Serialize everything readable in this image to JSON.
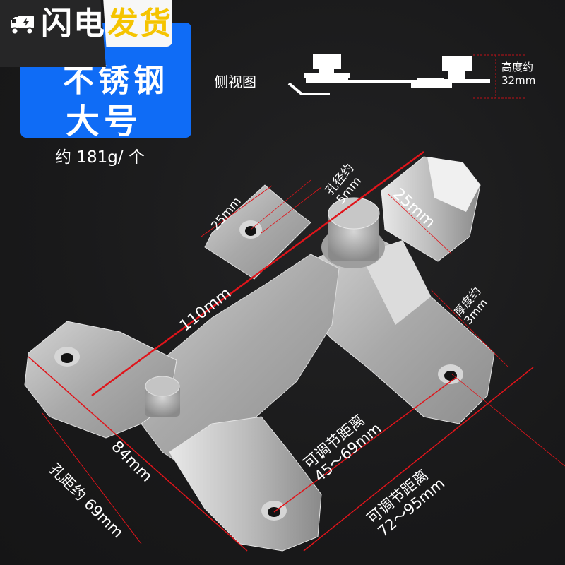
{
  "badge": {
    "icon": "truck-lightning-icon",
    "text_white": "闪电",
    "text_yellow": "发货",
    "colors": {
      "dark": "#262627",
      "light": "#f7f7f7",
      "yellow": "#f5c400"
    }
  },
  "label_box": {
    "line1": "不锈钢",
    "line2": "大号",
    "color": "#0f6cf6"
  },
  "weight": "约 181g/ 个",
  "side_view": {
    "label": "侧视图",
    "height_label": "高度约",
    "height_value": "32mm"
  },
  "dimensions": {
    "tab_width": "25mm",
    "hole_label": "孔径约",
    "hole_value": "5mm",
    "right_tab_width": "25mm",
    "thickness_label": "厚度约",
    "thickness_value": "3mm",
    "length": "110mm",
    "plate_length": "84mm",
    "hole_spacing": "孔距约 69mm",
    "adjust1_label": "可调节距离",
    "adjust1_value": "45～69mm",
    "adjust2_label": "可调节距离",
    "adjust2_value": "72～95mm"
  },
  "colors": {
    "background": "#1a1a1b",
    "metal": "#b8b8b8",
    "dimension_line": "#e0141a"
  }
}
